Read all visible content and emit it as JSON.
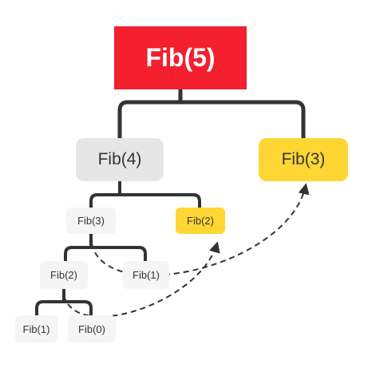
{
  "nodes": {
    "root": "Fib(5)",
    "left1": "Fib(4)",
    "right1": "Fib(3)",
    "fib3_small": "Fib(3)",
    "fib2_yellow": "Fib(2)",
    "fib2_small": "Fib(2)",
    "fib1_a": "Fib(1)",
    "fib1_b": "Fib(1)",
    "fib0": "Fib(0)"
  },
  "colors": {
    "root_fill": "#f41f2f",
    "memo_fill": "#ffd633",
    "node_fill": "#e6e6e6",
    "leaf_fill": "#f5f5f5",
    "line": "#333333"
  }
}
